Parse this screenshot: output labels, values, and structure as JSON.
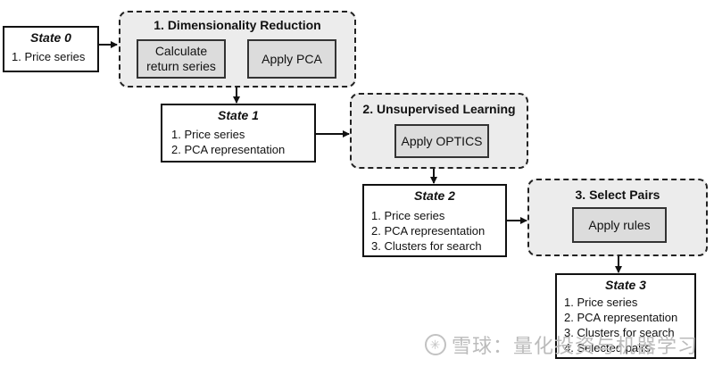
{
  "states": [
    {
      "title": "State 0",
      "items": [
        "1. Price series"
      ]
    },
    {
      "title": "State 1",
      "items": [
        "1. Price series",
        "2. PCA representation"
      ]
    },
    {
      "title": "State 2",
      "items": [
        "1. Price series",
        "2. PCA representation",
        "3. Clusters for search"
      ]
    },
    {
      "title": "State 3",
      "items": [
        "1. Price series",
        "2. PCA representation",
        "3. Clusters for search",
        "4. Selected pairs"
      ]
    }
  ],
  "stages": [
    {
      "title": "1. Dimensionality Reduction",
      "actions": [
        "Calculate return series",
        "Apply PCA"
      ]
    },
    {
      "title": "2. Unsupervised Learning",
      "actions": [
        "Apply OPTICS"
      ]
    },
    {
      "title": "3. Select Pairs",
      "actions": [
        "Apply rules"
      ]
    }
  ],
  "watermark": "雪球：量化投资与机器学习"
}
